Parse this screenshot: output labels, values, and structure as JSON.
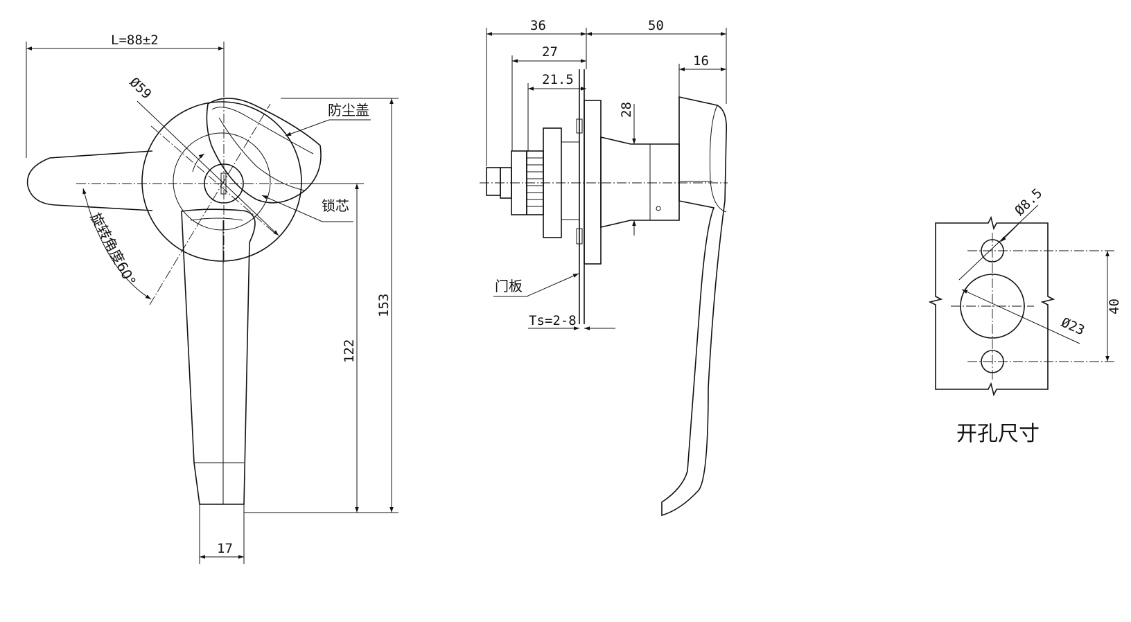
{
  "front_view": {
    "length_label": "L=88±2",
    "diameter_label": "Ø59",
    "dust_cover_label": "防尘盖",
    "lock_core_label": "锁芯",
    "rotation_label": "旋转角度60°",
    "height_total": "153",
    "height_handle": "122",
    "width_bottom": "17"
  },
  "side_view": {
    "dim_36": "36",
    "dim_50": "50",
    "dim_27": "27",
    "dim_21_5": "21.5",
    "dim_16": "16",
    "dim_28": "28",
    "door_panel_label": "门板",
    "thickness_label": "Ts=2-8"
  },
  "cutout_view": {
    "hole_small_label": "Ø8.5",
    "hole_large_label": "Ø23",
    "spacing_label": "40",
    "caption": "开孔尺寸"
  }
}
